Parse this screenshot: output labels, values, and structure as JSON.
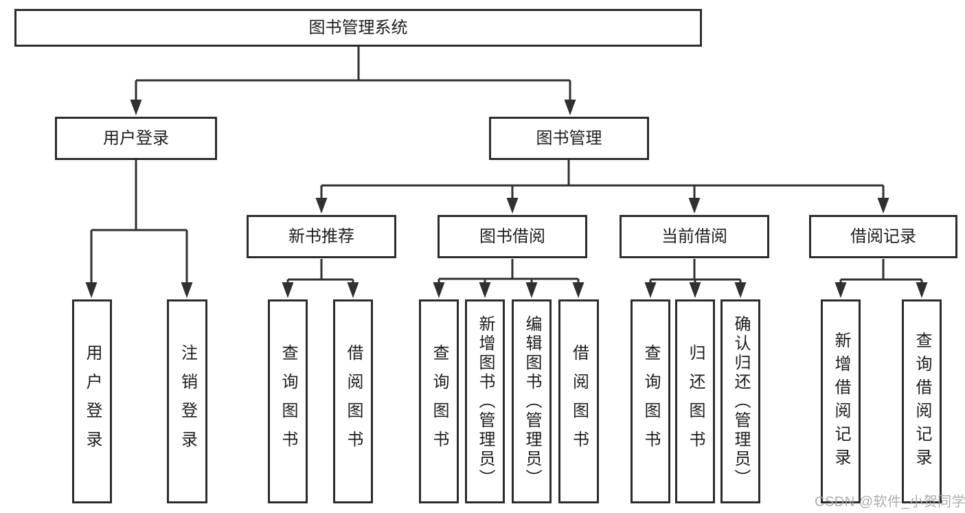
{
  "colors": {
    "line": "#303030",
    "box_border": "#2b2b2b",
    "text": "#1d1d1d",
    "watermark_gray": "#a6a6a6",
    "background": "#ffffff"
  },
  "diagram": {
    "root": {
      "label": "图书管理系统"
    },
    "level2": [
      {
        "label": "用户登录"
      },
      {
        "label": "图书管理"
      }
    ],
    "level3": [
      {
        "label": "新书推荐",
        "parent": "图书管理"
      },
      {
        "label": "图书借阅",
        "parent": "图书管理"
      },
      {
        "label": "当前借阅",
        "parent": "图书管理"
      },
      {
        "label": "借阅记录",
        "parent": "图书管理"
      }
    ],
    "leaves": [
      {
        "label": "用户登录",
        "parent": "用户登录"
      },
      {
        "label": "注销登录",
        "parent": "用户登录"
      },
      {
        "label": "查询图书",
        "parent": "新书推荐"
      },
      {
        "label": "借阅图书",
        "parent": "新书推荐"
      },
      {
        "label": "查询图书",
        "parent": "图书借阅"
      },
      {
        "label": "新增图书（管理员）",
        "parent": "图书借阅"
      },
      {
        "label": "编辑图书（管理员）",
        "parent": "图书借阅"
      },
      {
        "label": "借阅图书",
        "parent": "图书借阅"
      },
      {
        "label": "查询图书",
        "parent": "当前借阅"
      },
      {
        "label": "归还图书",
        "parent": "当前借阅"
      },
      {
        "label": "确认归还（管理员）",
        "parent": "当前借阅"
      },
      {
        "label": "新增借阅记录",
        "parent": "借阅记录"
      },
      {
        "label": "查询借阅记录",
        "parent": "借阅记录"
      }
    ]
  },
  "watermark": {
    "text": "CSDN @软件_小贺同学"
  }
}
